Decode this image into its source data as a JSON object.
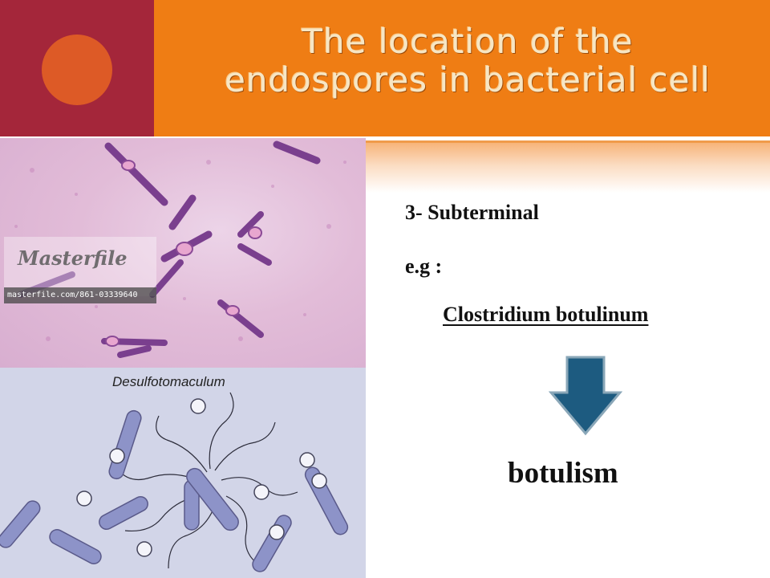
{
  "slide": {
    "title_line1": "The location of the",
    "title_line2": "endospores in bacterial cell",
    "theme_colors": {
      "corner_block": "#a4263a",
      "corner_circle": "#dd5a26",
      "title_bar": "#ef7d14",
      "title_text": "#f7e6c4",
      "arrow_fill": "#1d5b80"
    }
  },
  "content": {
    "endospore_type": "3-  Subterminal",
    "example_label": "e.g :",
    "species": "Clostridium  botulinum",
    "arrow_icon": "down-arrow-icon",
    "disease": "botulism"
  },
  "images": {
    "micrograph_watermark_logo": "Masterfile",
    "micrograph_watermark_id": "masterfile.com/861-03339640",
    "illustration_label": "Desulfotomaculum"
  }
}
